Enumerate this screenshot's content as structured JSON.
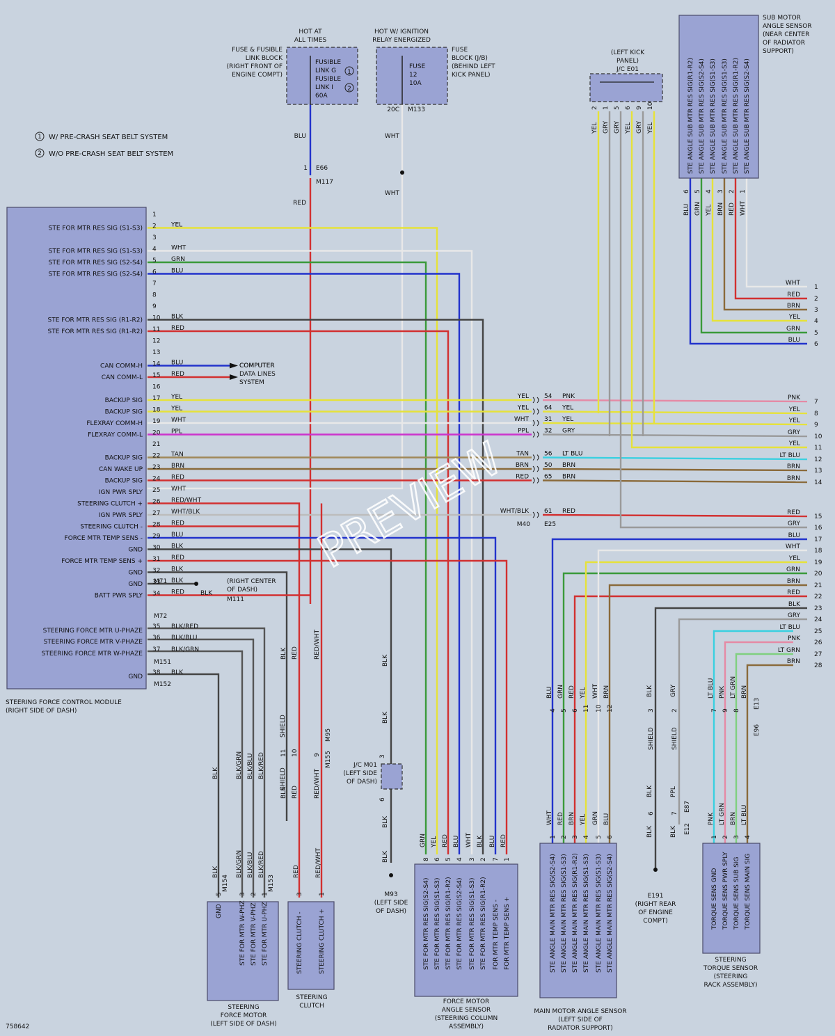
{
  "diagram_id": "758642",
  "watermark": "PREVIEW",
  "legend": [
    {
      "num": "1",
      "text": "W/ PRE-CRASH SEAT BELT SYSTEM"
    },
    {
      "num": "2",
      "text": "W/O PRE-CRASH SEAT BELT SYSTEM"
    }
  ],
  "power": {
    "hot_all": [
      "HOT AT",
      "ALL TIMES"
    ],
    "hot_ign": [
      "HOT W/ IGNITION",
      "RELAY ENERGIZED"
    ],
    "fusible_block": [
      "FUSE & FUSIBLE",
      "LINK BLOCK",
      "(RIGHT FRONT OF",
      "ENGINE COMPT)"
    ],
    "fusible_links": [
      "FUSIBLE",
      "LINK G",
      "FUSIBLE",
      "LINK I",
      "60A"
    ],
    "fuse": [
      "FUSE",
      "12",
      "10A"
    ],
    "fuse_block": [
      "FUSE",
      "BLOCK (J/B)",
      "(BEHIND LEFT",
      "KICK PANEL)"
    ],
    "c20": "20C",
    "m133": "M133",
    "e66": "E66",
    "m117": "M117",
    "one": "1",
    "blu": "BLU",
    "red": "RED",
    "wht": "WHT"
  },
  "jc_e01": {
    "title": [
      "(LEFT KICK",
      "PANEL)",
      "J/C E01"
    ],
    "pins": [
      "2",
      "1",
      "5",
      "6",
      "9",
      "10"
    ],
    "colors": [
      "YEL",
      "GRY",
      "GRY",
      "YEL",
      "GRY",
      "YEL"
    ]
  },
  "sub_sensor": {
    "title": [
      "SUB MOTOR",
      "ANGLE SENSOR",
      "(NEAR CENTER",
      "OF RADIATOR",
      "SUPPORT)"
    ],
    "signals": [
      "STE ANGLE SUB MTR RES SIG(R1-R2)",
      "STE ANGLE SUB MTR RES SIG(S2-S4)",
      "STE ANGLE SUB MTR RES SIG(S1-S3)",
      "STE ANGLE SUB MTR RES SIG(S1-S3)",
      "STE ANGLE SUB MTR RES SIG(R1-R2)",
      "STE ANGLE SUB MTR RES SIG(S2-S4)"
    ],
    "pins": [
      "6",
      "5",
      "4",
      "3",
      "2",
      "1"
    ],
    "colors": [
      "BLU",
      "GRN",
      "YEL",
      "BRN",
      "RED",
      "WHT"
    ]
  },
  "module": {
    "title": [
      "STEERING FORCE CONTROL MODULE",
      "(RIGHT SIDE OF DASH)"
    ],
    "rows": [
      {
        "pin": "1",
        "label": "",
        "color": ""
      },
      {
        "pin": "2",
        "label": "STE FOR MTR RES SIG (S1-S3)",
        "color": "YEL"
      },
      {
        "pin": "3",
        "label": "",
        "color": ""
      },
      {
        "pin": "4",
        "label": "STE FOR MTR RES SIG (S1-S3)",
        "color": "WHT"
      },
      {
        "pin": "5",
        "label": "STE FOR MTR RES SIG (S2-S4)",
        "color": "GRN"
      },
      {
        "pin": "6",
        "label": "STE FOR MTR RES SIG (S2-S4)",
        "color": "BLU"
      },
      {
        "pin": "7",
        "label": "",
        "color": ""
      },
      {
        "pin": "8",
        "label": "",
        "color": ""
      },
      {
        "pin": "9",
        "label": "",
        "color": ""
      },
      {
        "pin": "10",
        "label": "STE FOR MTR RES SIG (R1-R2)",
        "color": "BLK"
      },
      {
        "pin": "11",
        "label": "STE FOR MTR RES SIG (R1-R2)",
        "color": "RED"
      },
      {
        "pin": "12",
        "label": "",
        "color": ""
      },
      {
        "pin": "13",
        "label": "",
        "color": ""
      },
      {
        "pin": "14",
        "label": "CAN COMM-H",
        "color": "BLU"
      },
      {
        "pin": "15",
        "label": "CAN COMM-L",
        "color": "RED"
      },
      {
        "pin": "16",
        "label": "",
        "color": ""
      },
      {
        "pin": "17",
        "label": "BACKUP SIG",
        "color": "YEL"
      },
      {
        "pin": "18",
        "label": "BACKUP SIG",
        "color": "YEL"
      },
      {
        "pin": "19",
        "label": "FLEXRAY COMM-H",
        "color": "WHT"
      },
      {
        "pin": "20",
        "label": "FLEXRAY COMM-L",
        "color": "PPL"
      },
      {
        "pin": "21",
        "label": "",
        "color": ""
      },
      {
        "pin": "22",
        "label": "BACKUP SIG",
        "color": "TAN"
      },
      {
        "pin": "23",
        "label": "CAN WAKE UP",
        "color": "BRN"
      },
      {
        "pin": "24",
        "label": "BACKUP SIG",
        "color": "RED"
      },
      {
        "pin": "25",
        "label": "IGN PWR SPLY",
        "color": "WHT"
      },
      {
        "pin": "26",
        "label": "STEERING CLUTCH +",
        "color": "RED/WHT"
      },
      {
        "pin": "27",
        "label": "IGN PWR SPLY",
        "color": "WHT/BLK"
      },
      {
        "pin": "28",
        "label": "STEERING CLUTCH -",
        "color": "RED"
      },
      {
        "pin": "29",
        "label": "FORCE MTR TEMP SENS -",
        "color": "BLU"
      },
      {
        "pin": "30",
        "label": "GND",
        "color": "BLK"
      },
      {
        "pin": "31",
        "label": "FORCE MTR TEMP SENS +",
        "color": "RED"
      },
      {
        "pin": "32",
        "label": "GND",
        "color": "BLK"
      },
      {
        "pin": "33",
        "label": "GND",
        "color": "BLK"
      },
      {
        "pin": "34",
        "label": "BATT PWR SPLY",
        "color": "RED"
      }
    ],
    "rows2": [
      {
        "pin": "35",
        "label": "STEERING FORCE MTR U-PHAZE",
        "color": "BLK/RED"
      },
      {
        "pin": "36",
        "label": "STEERING FORCE MTR V-PHAZE",
        "color": "BLK/BLU"
      },
      {
        "pin": "37",
        "label": "STEERING FORCE MTR W-PHAZE",
        "color": "BLK/GRN"
      },
      {
        "pin": "38",
        "label": "GND",
        "color": "BLK"
      }
    ],
    "connectors": {
      "m71": "M71",
      "m72": "M72",
      "m151": "M151",
      "m152": "M152"
    }
  },
  "computer_data": [
    "COMPUTER",
    "DATA LINES",
    "SYSTEM"
  ],
  "m111": {
    "text": [
      "(RIGHT CENTER",
      "OF DASH)"
    ],
    "id": "M111",
    "color": "BLK"
  },
  "inline_m40": {
    "left": [
      {
        "row": 17,
        "c": "YEL",
        "p": "54",
        "r": "PNK"
      },
      {
        "row": 18,
        "c": "YEL",
        "p": "64",
        "r": "YEL"
      },
      {
        "row": 19,
        "c": "WHT",
        "p": "31",
        "r": "YEL"
      },
      {
        "row": 20,
        "c": "PPL",
        "p": "32",
        "r": "GRY"
      },
      {
        "row": 22,
        "c": "TAN",
        "p": "56",
        "r": "LT BLU"
      },
      {
        "row": 23,
        "c": "BRN",
        "p": "50",
        "r": "BRN"
      },
      {
        "row": 24,
        "c": "RED",
        "p": "65",
        "r": "BRN"
      },
      {
        "row": 27,
        "c": "WHT/BLK",
        "p": "61",
        "r": "RED"
      }
    ],
    "m40": "M40",
    "e25": "E25"
  },
  "right_terms": [
    {
      "n": "1",
      "c": "WHT"
    },
    {
      "n": "2",
      "c": "RED"
    },
    {
      "n": "3",
      "c": "BRN"
    },
    {
      "n": "4",
      "c": "YEL"
    },
    {
      "n": "5",
      "c": "GRN"
    },
    {
      "n": "6",
      "c": "BLU"
    },
    {
      "n": "7",
      "c": "PNK"
    },
    {
      "n": "8",
      "c": "YEL"
    },
    {
      "n": "9",
      "c": "YEL"
    },
    {
      "n": "10",
      "c": "GRY"
    },
    {
      "n": "11",
      "c": "YEL"
    },
    {
      "n": "12",
      "c": "LT BLU"
    },
    {
      "n": "13",
      "c": "BRN"
    },
    {
      "n": "14",
      "c": "BRN"
    },
    {
      "n": "15",
      "c": "RED"
    },
    {
      "n": "16",
      "c": "GRY"
    },
    {
      "n": "17",
      "c": "BLU"
    },
    {
      "n": "18",
      "c": "WHT"
    },
    {
      "n": "19",
      "c": "YEL"
    },
    {
      "n": "20",
      "c": "GRN"
    },
    {
      "n": "21",
      "c": "BRN"
    },
    {
      "n": "22",
      "c": "RED"
    },
    {
      "n": "23",
      "c": "BLK"
    },
    {
      "n": "24",
      "c": "GRY"
    },
    {
      "n": "25",
      "c": "LT BLU"
    },
    {
      "n": "26",
      "c": "PNK"
    },
    {
      "n": "27",
      "c": "LT GRN"
    },
    {
      "n": "28",
      "c": "BRN"
    }
  ],
  "steering_motor": {
    "title": [
      "STEERING",
      "FORCE MOTOR",
      "(LEFT SIDE OF DASH)"
    ],
    "signals": [
      "GND",
      "STE FOR MTR W-PHZ",
      "STE FOR MTR V-PHZ",
      "STE FOR MTR U-PHZ"
    ],
    "pins": [
      "5",
      "3",
      "2",
      "1"
    ],
    "colors": [
      "BLK",
      "BLK/GRN",
      "BLK/BLU",
      "BLK/RED"
    ],
    "m154": "M154",
    "m153": "M153",
    "upper_colors": [
      "BLK",
      "BLK/GRN",
      "BLK/BLU",
      "BLK/RED"
    ]
  },
  "steering_clutch": {
    "title": [
      "STEERING",
      "CLUTCH"
    ],
    "signals": [
      "STEERING CLUTCH -",
      "STEERING CLUTCH +"
    ],
    "pins": [
      "3",
      "1"
    ],
    "colors": [
      "RED",
      "RED/WHT"
    ],
    "mid": {
      "shield": "SHIELD",
      "pins": [
        "11",
        "10",
        "9"
      ],
      "m95": "M95",
      "m155": "M155",
      "colors": [
        "BLK",
        "RED",
        "RED/WHT"
      ]
    }
  },
  "jc_m01": {
    "title": [
      "J/C M01",
      "(LEFT SIDE",
      "OF DASH)"
    ],
    "pins": [
      "3",
      "6"
    ],
    "colors": [
      "BLK",
      "BLK",
      "BLK",
      "BLK"
    ],
    "m93": [
      "M93",
      "(LEFT SIDE",
      "OF DASH)"
    ]
  },
  "force_sensor": {
    "title": [
      "FORCE MOTOR",
      "ANGLE SENSOR",
      "(STEERING COLUMN",
      "ASSEMBLY)"
    ],
    "signals": [
      "STE FOR MTR RES SIG(S2-S4)",
      "STE FOR MTR RES SIG(S1-S3)",
      "STE FOR MTR RES SIG(R1-R2)",
      "STE FOR MTR RES SIG(S2-S4)",
      "STE FOR MTR RES SIG(S1-S3)",
      "STE FOR MTR RES SIG(R1-R2)",
      "FOR MTR TEMP SENS -",
      "FOR MTR TEMP SENS +"
    ],
    "pins": [
      "8",
      "6",
      "5",
      "4",
      "3",
      "2",
      "7",
      "1"
    ],
    "colors": [
      "GRN",
      "YEL",
      "RED",
      "BLU",
      "WHT",
      "BLK",
      "BLU",
      "RED"
    ]
  },
  "main_sensor": {
    "title": [
      "MAIN MOTOR ANGLE SENSOR",
      "(LEFT SIDE OF",
      "RADIATOR SUPPORT)"
    ],
    "signals": [
      "STE ANGLE MAIN MTR RES SIG(S2-S4)",
      "STE ANGLE MAIN MTR RES SIG(S1-S3)",
      "STE ANGLE MAIN MTR RES SIG(R1-R2)",
      "STE ANGLE MAIN MTR RES SIG(S1-S3)",
      "STE ANGLE MAIN MTR RES SIG(S1-S3)",
      "STE ANGLE MAIN MTR RES SIG(S2-S4)",
      "STE ANGLE MAIN MTR RES SIG(R1-R2)"
    ],
    "pins": [
      "1",
      "2",
      "3",
      "4",
      "5",
      "6"
    ],
    "colors": [
      "WHT",
      "RED",
      "BRN",
      "YEL",
      "GRN",
      "BLU"
    ],
    "upper_pins": [
      "4",
      "5",
      "6",
      "11",
      "10",
      "12"
    ],
    "upper_colors": [
      "BLU",
      "GRN",
      "RED",
      "YEL",
      "WHT",
      "BRN"
    ]
  },
  "e191": {
    "title": [
      "E191",
      "(RIGHT REAR",
      "OF ENGINE",
      "COMPT)"
    ],
    "colors": [
      "BLK",
      "GRY",
      "BLK",
      "BLK",
      "PPL",
      "BLK"
    ],
    "pins": [
      "3",
      "2",
      "6",
      "7"
    ],
    "shield": "SHIELD",
    "e87": "E87",
    "e12": "E12"
  },
  "torque_sensor": {
    "title": [
      "STEERING",
      "TORQUE SENSOR",
      "(STEERING",
      "RACK ASSEMBLY)"
    ],
    "signals": [
      "TORQUE SENS GND",
      "TORQUE SENS PWR SPLY",
      "TORQUE SENS SUB SIG",
      "TORQUE SENS MAIN SIG"
    ],
    "pins": [
      "1",
      "2",
      "3",
      "4"
    ],
    "colors": [
      "PNK",
      "LT GRN",
      "BRN",
      "LT BLU"
    ],
    "upper_pins": [
      "7",
      "9",
      "8",
      "E13",
      "E96"
    ],
    "upper_colors": [
      "LT BLU",
      "PNK",
      "LT GRN",
      "BRN"
    ]
  }
}
